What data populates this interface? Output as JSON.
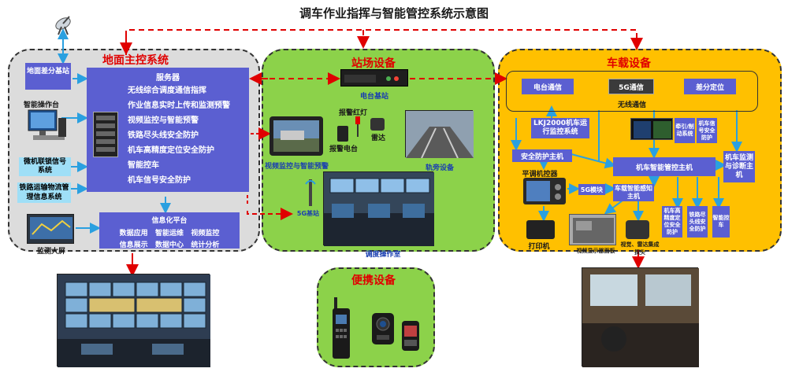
{
  "title": "调车作业指挥与智能管控系统示意图",
  "ground": {
    "title": "地面主控系统",
    "diff_station": "地面差分基站",
    "smart_console": "智能操作台",
    "interlock": "微机联锁信号系统",
    "logistics": "铁路运输物流管理信息系统",
    "big_screen": "监测大屏",
    "server_title": "服务器",
    "server_items": [
      "无线综合调度通信指挥",
      "作业信息实时上传和监测预警",
      "视频监控与智能预警",
      "铁路尽头线安全防护",
      "机车高精度定位安全防护",
      "智能控车",
      "机车信号安全防护"
    ],
    "info_title": "信息化平台",
    "info_row1": "数据应用   智能运维   视频监控",
    "info_row2": "信息展示   数据中心   统计分析"
  },
  "station": {
    "title": "站场设备",
    "radio": "电台基站",
    "alarm_light": "报警红灯",
    "radar": "雷达",
    "alarm_radio": "报警电台",
    "video": "视频监控与智能预警",
    "trackside": "轨旁设备",
    "base5g": "5G基站",
    "dispatch": "调度操作室"
  },
  "vehicle": {
    "title": "车载设备",
    "radio_comm": "电台通信",
    "g5_comm": "5G通信",
    "diff_pos": "差分定位",
    "wireless": "无线通信",
    "lkj": "LKJ2000机车运行监控系统",
    "safety": "安全防护主机",
    "loco_host": "机车智能管控主机",
    "diag": "机车监测与诊断主机",
    "controller": "平调机控器",
    "g5_module": "5G模块",
    "sense": "车载智能感知主机",
    "traction": "牵引/制动系统",
    "signal_prot": "机车信号安全防护",
    "hp_pos": "机车高精度定位安全防护",
    "terminal_line": "铁路尽头线安全防护",
    "smart_ctrl": "智能控车",
    "printer": "打印机",
    "video_panel": "视频显示器面板",
    "probe": "视觉、雷达集成探头"
  },
  "portable": {
    "title": "便携设备"
  }
}
